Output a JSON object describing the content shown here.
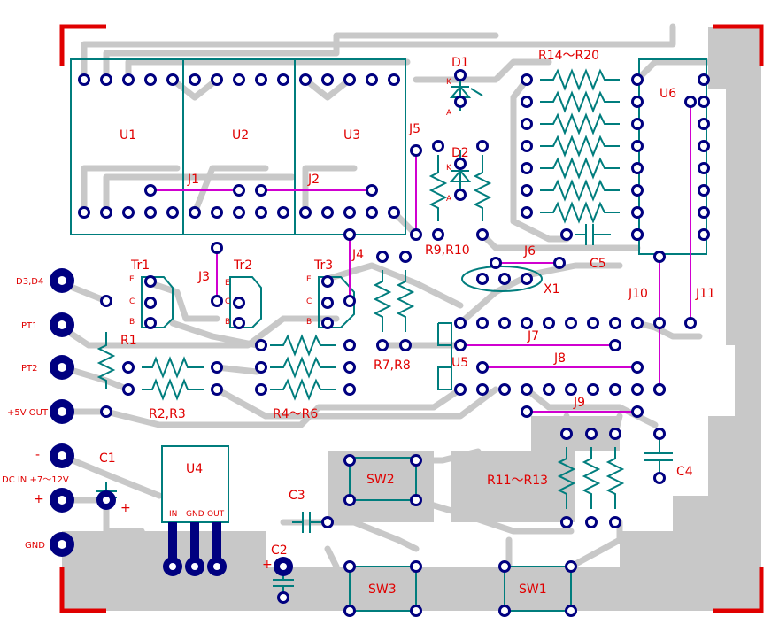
{
  "ics": [
    "U1",
    "U2",
    "U3",
    "U4",
    "U5",
    "U6"
  ],
  "u4_pins": [
    "IN",
    "GND",
    "OUT"
  ],
  "transistors": [
    "Tr1",
    "Tr2",
    "Tr3"
  ],
  "transistor_pins": [
    "E",
    "C",
    "B"
  ],
  "diodes": [
    "D1",
    "D2"
  ],
  "diode_pins": [
    "K",
    "A"
  ],
  "jumpers": [
    "J1",
    "J2",
    "J3",
    "J4",
    "J5",
    "J6",
    "J7",
    "J8",
    "J9",
    "J10",
    "J11"
  ],
  "resistors": [
    "R1",
    "R2,R3",
    "R4～R6",
    "R7,R8",
    "R9,R10",
    "R11～R13",
    "R14～R20"
  ],
  "capacitors": [
    "C1",
    "C2",
    "C3",
    "C4",
    "C5"
  ],
  "crystal": "X1",
  "switches": [
    "SW1",
    "SW2",
    "SW3"
  ],
  "connectors": [
    "D3,D4",
    "PT1",
    "PT2",
    "+5V OUT",
    "-",
    "DC IN +7～12V",
    "+",
    "GND"
  ],
  "polarity": {
    "c1_plus": "+",
    "c2_plus": "+"
  },
  "colors": {
    "silk": "#007d7d",
    "pad": "#000080",
    "jumper": "#d000d0",
    "label": "#e00000",
    "copper": "#c8c8c8"
  }
}
